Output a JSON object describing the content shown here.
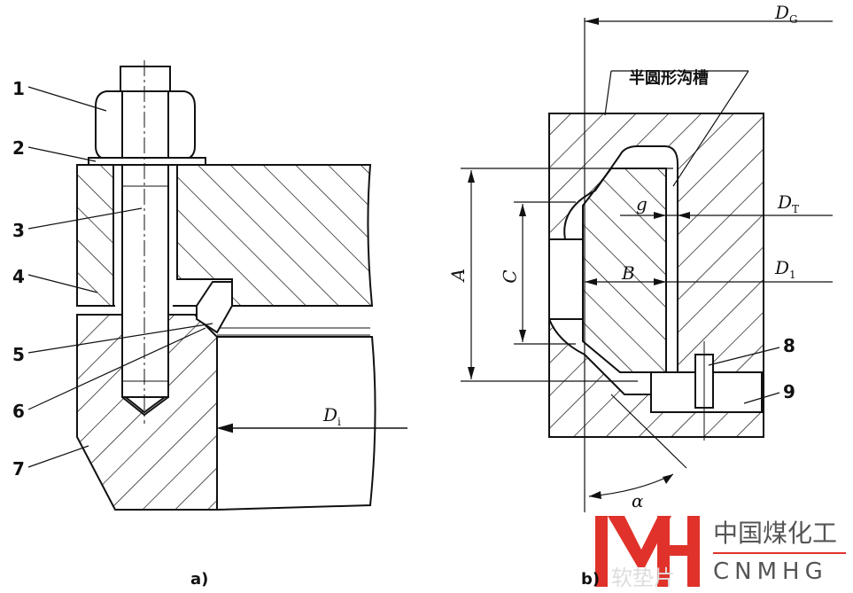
{
  "figure_a": {
    "caption": "a)",
    "part_labels": [
      "1",
      "2",
      "3",
      "4",
      "5",
      "6",
      "7"
    ],
    "dimension_Di": {
      "main": "D",
      "sub": "i"
    }
  },
  "figure_b": {
    "caption": "b)",
    "groove_label": "半圆形沟槽",
    "part_labels": [
      "8",
      "9"
    ],
    "dim_DG": {
      "main": "D",
      "sub": "G"
    },
    "dim_DT": {
      "main": "D",
      "sub": "T"
    },
    "dim_D1": {
      "main": "D",
      "sub": "1"
    },
    "dim_A": "A",
    "dim_B": "B",
    "dim_C": "C",
    "dim_g": "g",
    "dim_alpha": "α"
  },
  "logo": {
    "mark": "MH",
    "name_cn": "中国煤化工",
    "name_en": "CNMHG",
    "watermark": "软垫片",
    "color": "#e0322a"
  }
}
